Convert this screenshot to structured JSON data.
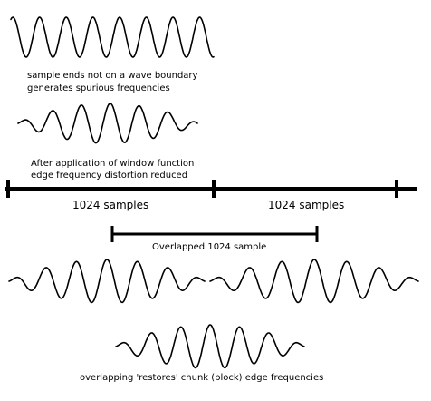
{
  "captions": {
    "no_window_line1": "sample ends not on a wave boundary",
    "no_window_line2": "generates spurious frequencies",
    "window_line1": "After application of window function",
    "window_line2": "edge frequency distortion reduced",
    "overlap_note": "overlapping 'restores' chunk (block) edge frequencies"
  },
  "timeline": {
    "block_left_label": "1024 samples",
    "block_right_label": "1024 samples",
    "overlap_label": "Overlapped 1024 sample"
  }
}
